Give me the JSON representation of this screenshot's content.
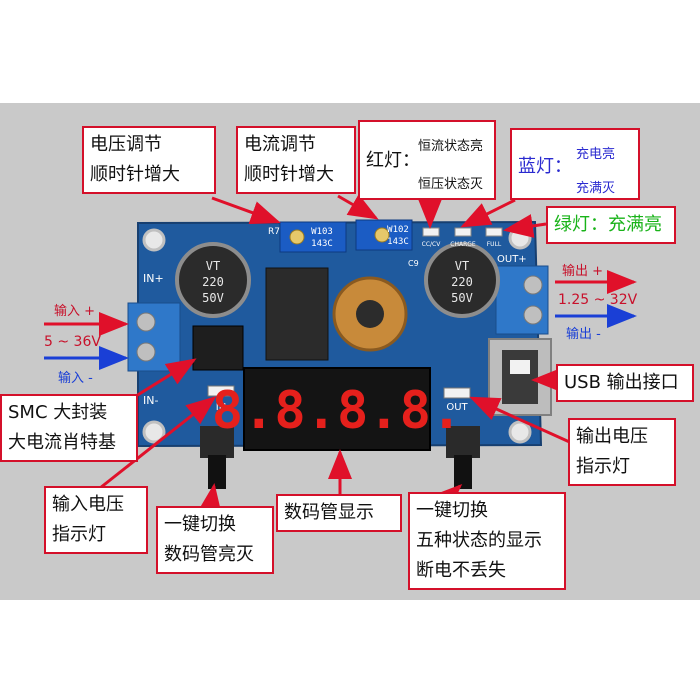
{
  "labels": {
    "voltage_adjust": [
      "电压调节",
      "顺时针增大"
    ],
    "current_adjust": [
      "电流调节",
      "顺时针增大"
    ],
    "red_led": {
      "title": "红灯：",
      "line1": "恒流状态亮",
      "line2": "恒压状态灭"
    },
    "blue_led": {
      "title": "蓝灯：",
      "line1": "充电亮",
      "line2": "充满灭"
    },
    "green_led": "绿灯：充满亮",
    "input_plus": "输入 +",
    "input_range": "5 ~ 36V",
    "input_minus": "输入 -",
    "output_plus": "输出 +",
    "output_range": "1.25 ~ 32V",
    "output_minus": "输出 -",
    "usb_output": "USB 输出接口",
    "smc": [
      "SMC 大封装",
      "大电流肖特基"
    ],
    "output_indicator": [
      "输出电压",
      "指示灯"
    ],
    "input_indicator": [
      "输入电压",
      "指示灯"
    ],
    "toggle_display": [
      "一键切换",
      "数码管亮灭"
    ],
    "digit_display": "数码管显示",
    "toggle_states": [
      "一键切换",
      "五种状态的显示",
      "断电不丢失"
    ]
  },
  "board": {
    "cap_left": [
      "VT",
      "220",
      "50V"
    ],
    "cap_right": [
      "VT",
      "220",
      "50V"
    ],
    "pot_left": [
      "W103",
      "143C"
    ],
    "pot_right": [
      "W102",
      "143C"
    ],
    "silk_in_plus": "IN+",
    "silk_in_minus": "IN-",
    "silk_out_plus": "OUT+",
    "silk_in": "IN",
    "silk_out": "OUT",
    "silk_r7": "R7",
    "silk_c9": "C9",
    "silk_cc": "CC/CV",
    "silk_charge": "CHARGE",
    "silk_full": "FULL",
    "display_digits": "8.8.8.8."
  },
  "colors": {
    "label_border": "#d4102a",
    "arrow_red": "#e0102a",
    "arrow_blue": "#1a3fd6",
    "pcb": "#1f5a9e",
    "led_red": "#e5201c",
    "green_text": "#19b319",
    "blue_text": "#2a2ad0"
  }
}
